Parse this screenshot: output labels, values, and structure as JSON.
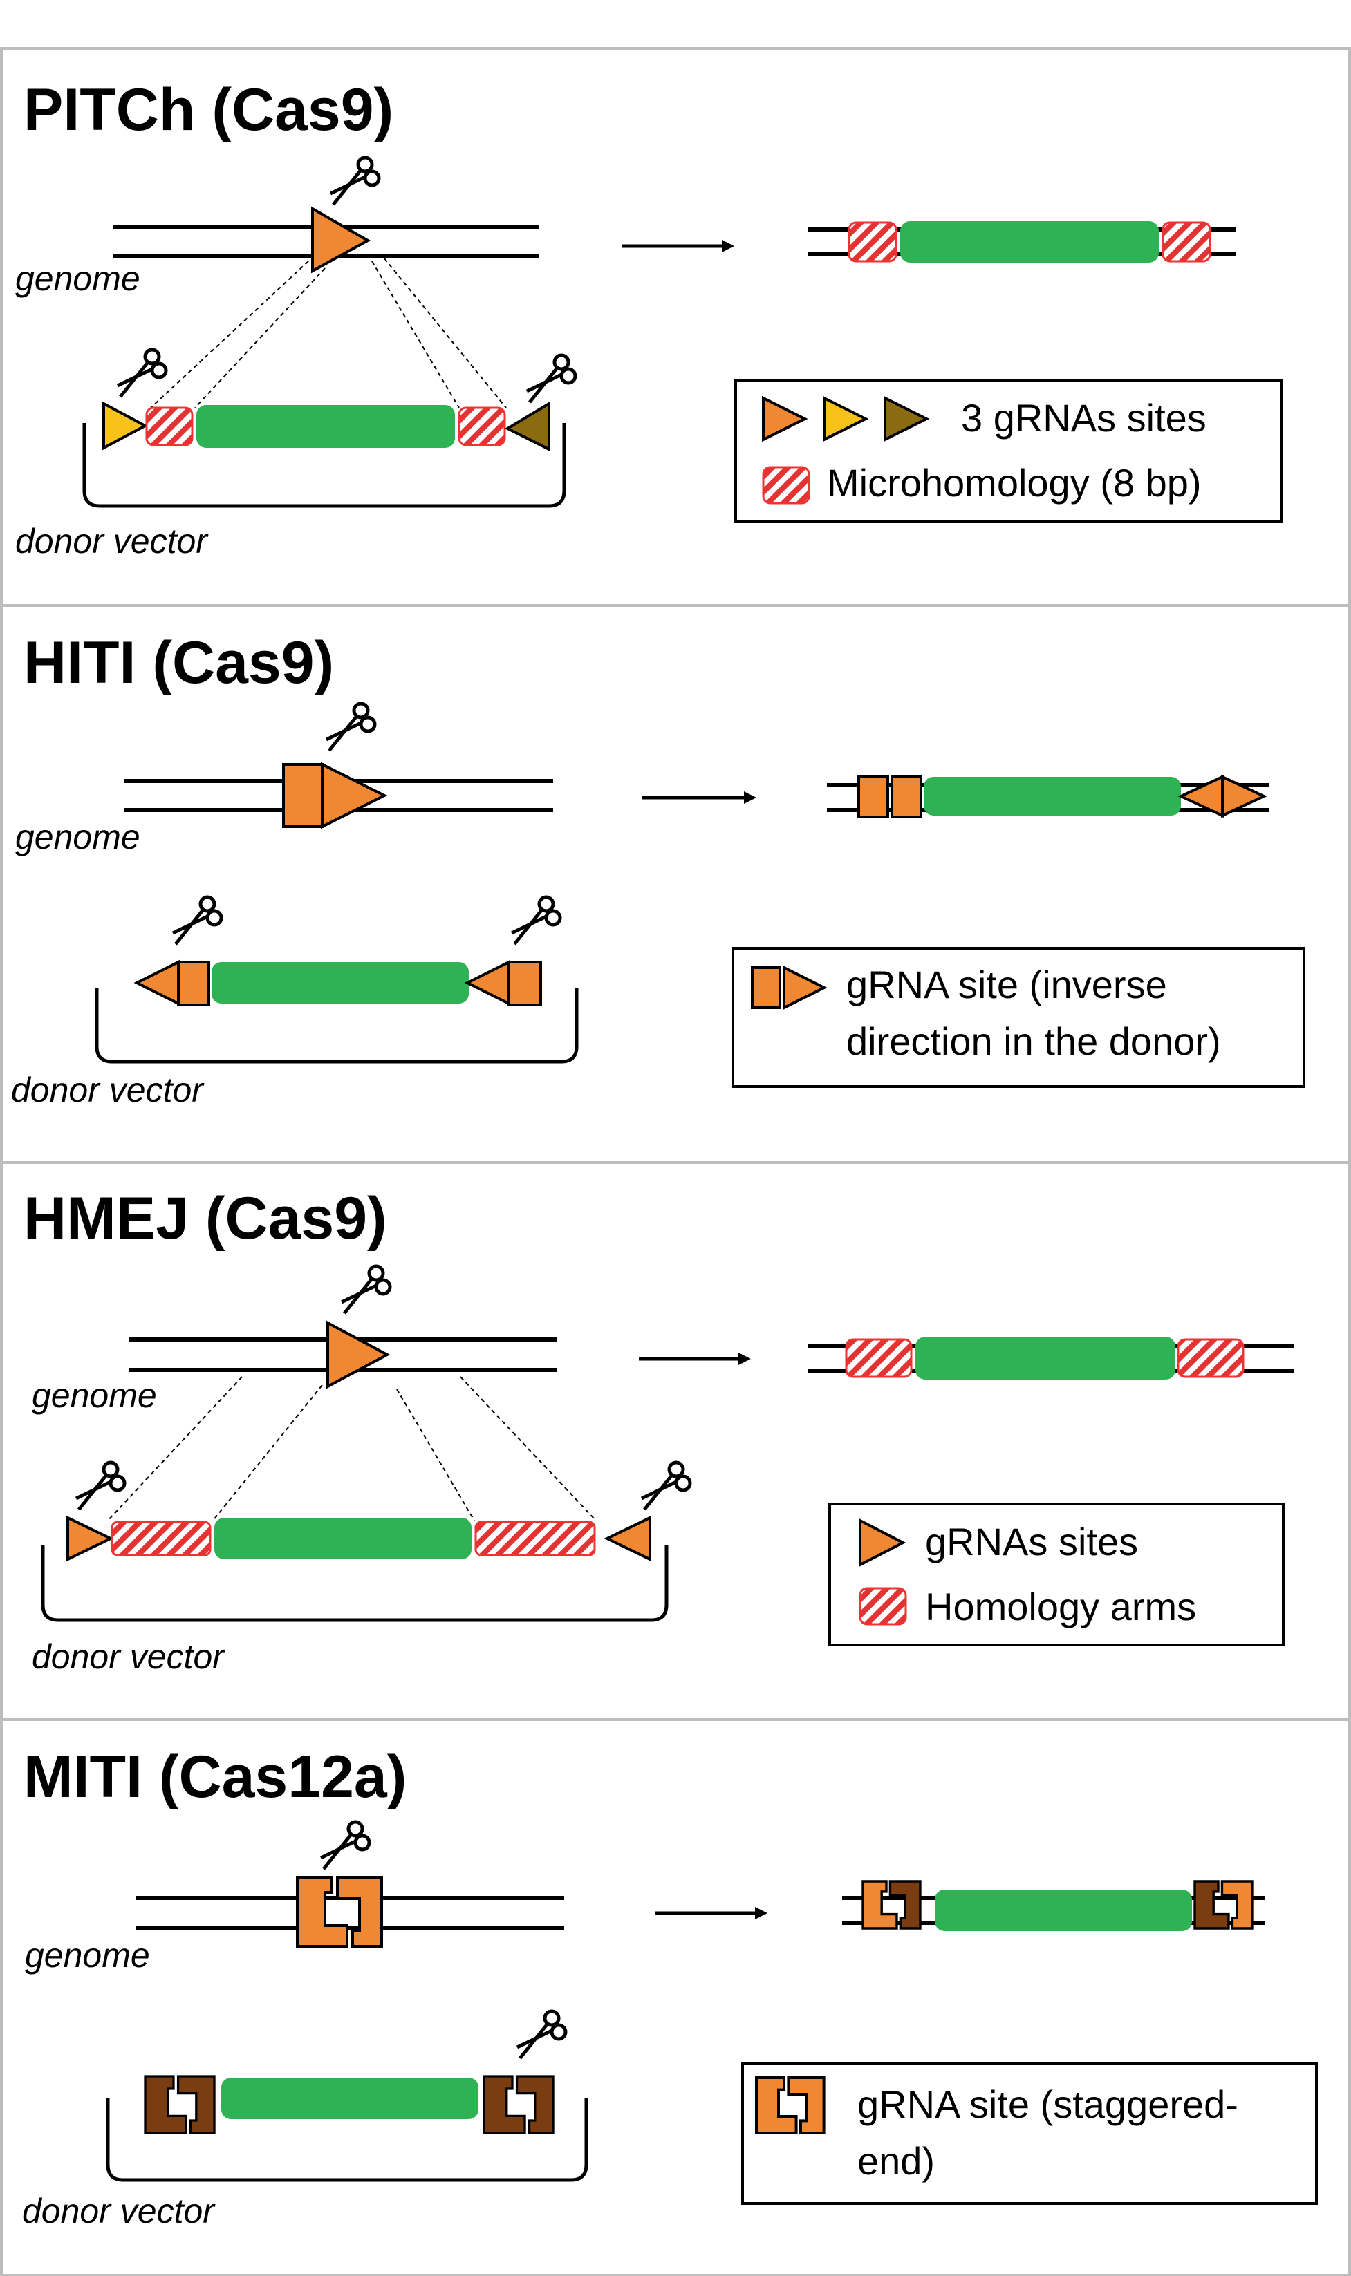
{
  "colors": {
    "orange": "#ef8733",
    "yellow": "#f7c21b",
    "olive": "#8a6b12",
    "brown": "#7a3d12",
    "green": "#2fb254",
    "hatch_red": "#e33333"
  },
  "panels": [
    {
      "title": "PITCh (Cas9)",
      "genome_label": "genome",
      "donor_label": "donor vector",
      "legend": [
        "3 gRNAs sites",
        "Microhomology (8 bp)"
      ]
    },
    {
      "title": "HITI (Cas9)",
      "genome_label": "genome",
      "donor_label": "donor vector",
      "legend": [
        "gRNA site (inverse",
        "direction in the donor)"
      ]
    },
    {
      "title": "HMEJ (Cas9)",
      "genome_label": "genome",
      "donor_label": "donor vector",
      "legend": [
        "gRNAs sites",
        "Homology arms"
      ]
    },
    {
      "title": "MITI (Cas12a)",
      "genome_label": "genome",
      "donor_label": "donor vector",
      "legend": [
        "gRNA site (staggered-",
        "end)"
      ]
    }
  ],
  "icons": [
    "scissors-icon",
    "gRNA-site-triangle-icon",
    "staggered-site-icon"
  ]
}
